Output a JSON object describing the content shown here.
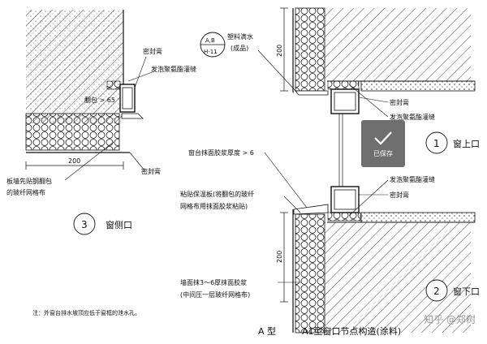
{
  "labels": {
    "side_sealant": "密封膏",
    "side_foam": "发泡聚氨酯灌缝",
    "side_flip": "翻包 > 65",
    "side_dim": "200",
    "side_cover": "板墙先贴钢翻包",
    "side_cover2": "的玻纤网格布",
    "side_sealant2": "密封膏",
    "side_mark_num": "3",
    "side_mark_text": "窗侧口",
    "ref_code": "A,B",
    "ref_code2": "H-11",
    "ref_text": "塑料滴水",
    "ref_text2": "(成品)",
    "dim_upper": "200",
    "top_sealant": "密封膏",
    "top_foam": "发泡聚氨酯灌缝",
    "top_mark_num": "1",
    "top_mark_text": "窗上口",
    "sill_thick": "窗台抹面胶浆厚度 > 6",
    "bot_foam": "发泡聚氨酯灌缝",
    "bot_sealant": "密封膏",
    "paste_1": "粘贴保温板(将翻包的玻纤",
    "paste_2": "网格布用抹面胶浆粘贴)",
    "dim_lower": "200",
    "wall_1": "墙面抹3～6厚抹面胶浆",
    "wall_2": "(中间压一层玻纤网格布)",
    "bot_mark_num": "2",
    "bot_mark_text": "窗下口",
    "footnote": "注：外窗台排水坡顶应低于窗框的泄水孔。",
    "type_label": "A 型",
    "main_title": "A1型窗口节点构造(涂料)"
  },
  "save_badge": {
    "text": "已保存",
    "icon": "check-icon"
  },
  "watermark": "知乎 @郑树"
}
